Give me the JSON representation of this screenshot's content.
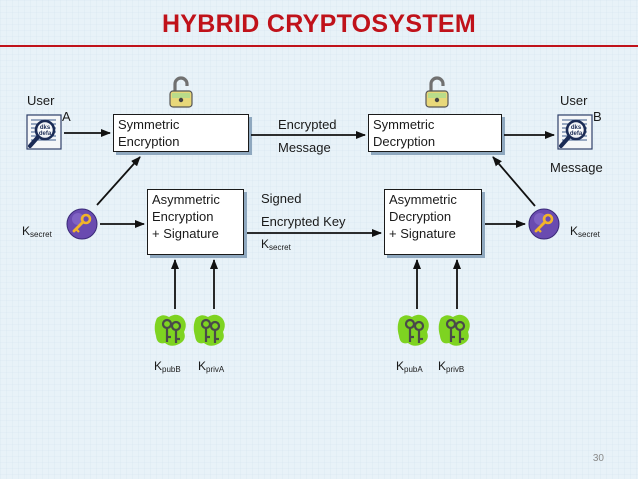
{
  "title": "HYBRID CRYPTOSYSTEM",
  "page_number": "30",
  "user_a": {
    "line1": "User",
    "line2": "A"
  },
  "user_b": {
    "line1": "User",
    "line2": "B"
  },
  "boxes": {
    "sym_enc": [
      "Symmetric",
      "Encryption"
    ],
    "sym_dec": [
      "Symmetric",
      "Decryption"
    ],
    "asym_enc": [
      "Asymmetric",
      "Encryption",
      "+ Signature"
    ],
    "asym_dec": [
      "Asymmetric",
      "Decryption",
      "+ Signature"
    ]
  },
  "labels": {
    "encrypted": "Encrypted",
    "message_mid": "Message",
    "message_right": "Message",
    "signed": "Signed",
    "encrypted_key": "Encrypted Key"
  },
  "keys": {
    "k": "K",
    "secret": "secret",
    "pubB": "pubB",
    "privA": "privA",
    "pubA": "pubA",
    "privB": "privB"
  },
  "icons": {
    "lock": "open-padlock-icon",
    "document": "document-magnifier-icon",
    "secret_key": "key-token-icon",
    "key_pair": "green-key-pair-icon"
  },
  "colors": {
    "title": "#c0121a",
    "background": "#e8f2f8",
    "box_shadow": "#8fa8bf",
    "key_pair_green": "#7ed321",
    "token_purple": "#6a4bb0"
  }
}
